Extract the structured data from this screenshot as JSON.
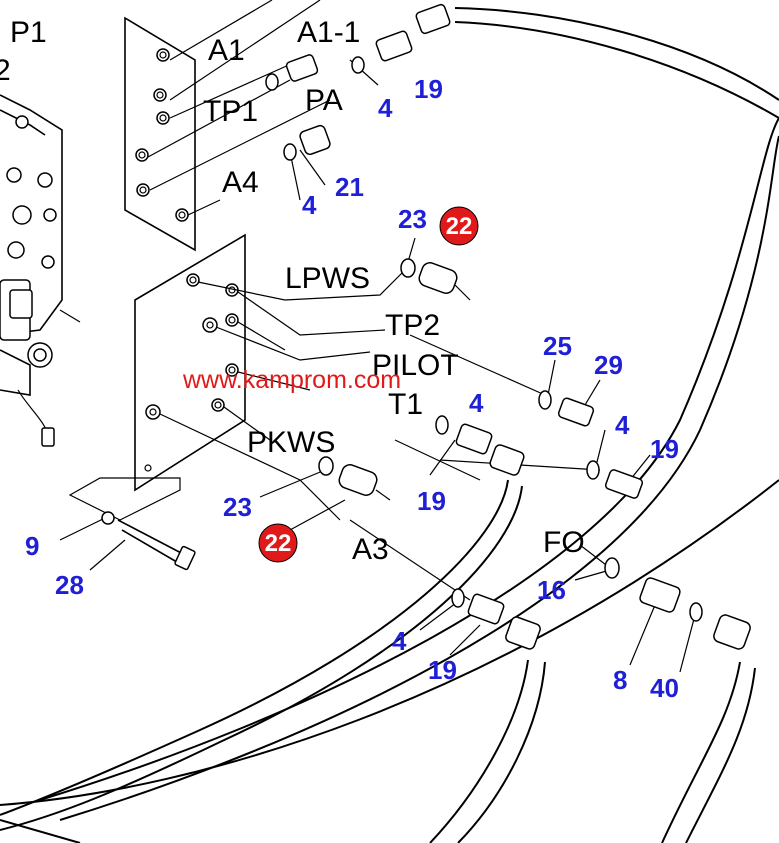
{
  "colors": {
    "part_number": "#1f1fd6",
    "callout_badge": "#e01a1a",
    "watermark": "#e01a1a",
    "line_art": "#000000",
    "background": "#ffffff"
  },
  "port_labels": {
    "p1": "P1",
    "a1": "A1",
    "a1_1": "A1-1",
    "tp1": "TP1",
    "pa": "PA",
    "a4": "A4",
    "lpws": "LPWS",
    "tp2": "TP2",
    "pilot": "PILOT",
    "t1": "T1",
    "pkws": "PKWS",
    "a3": "A3",
    "fo": "FO",
    "edge_2": "2"
  },
  "part_numbers": {
    "n19_top": "19",
    "n4_top": "4",
    "n21": "21",
    "n4_a4": "4",
    "n23_top": "23",
    "n25": "25",
    "n29": "29",
    "n4_t1": "4",
    "n4_right": "4",
    "n19_right": "19",
    "n19_t1": "19",
    "n23_bottom": "23",
    "n9": "9",
    "n28": "28",
    "n16": "16",
    "n4_a3": "4",
    "n19_a3": "19",
    "n8": "8",
    "n40": "40"
  },
  "callouts": {
    "c22_top": "22",
    "c22_bottom": "22"
  },
  "watermark": "www.kamprom.com"
}
